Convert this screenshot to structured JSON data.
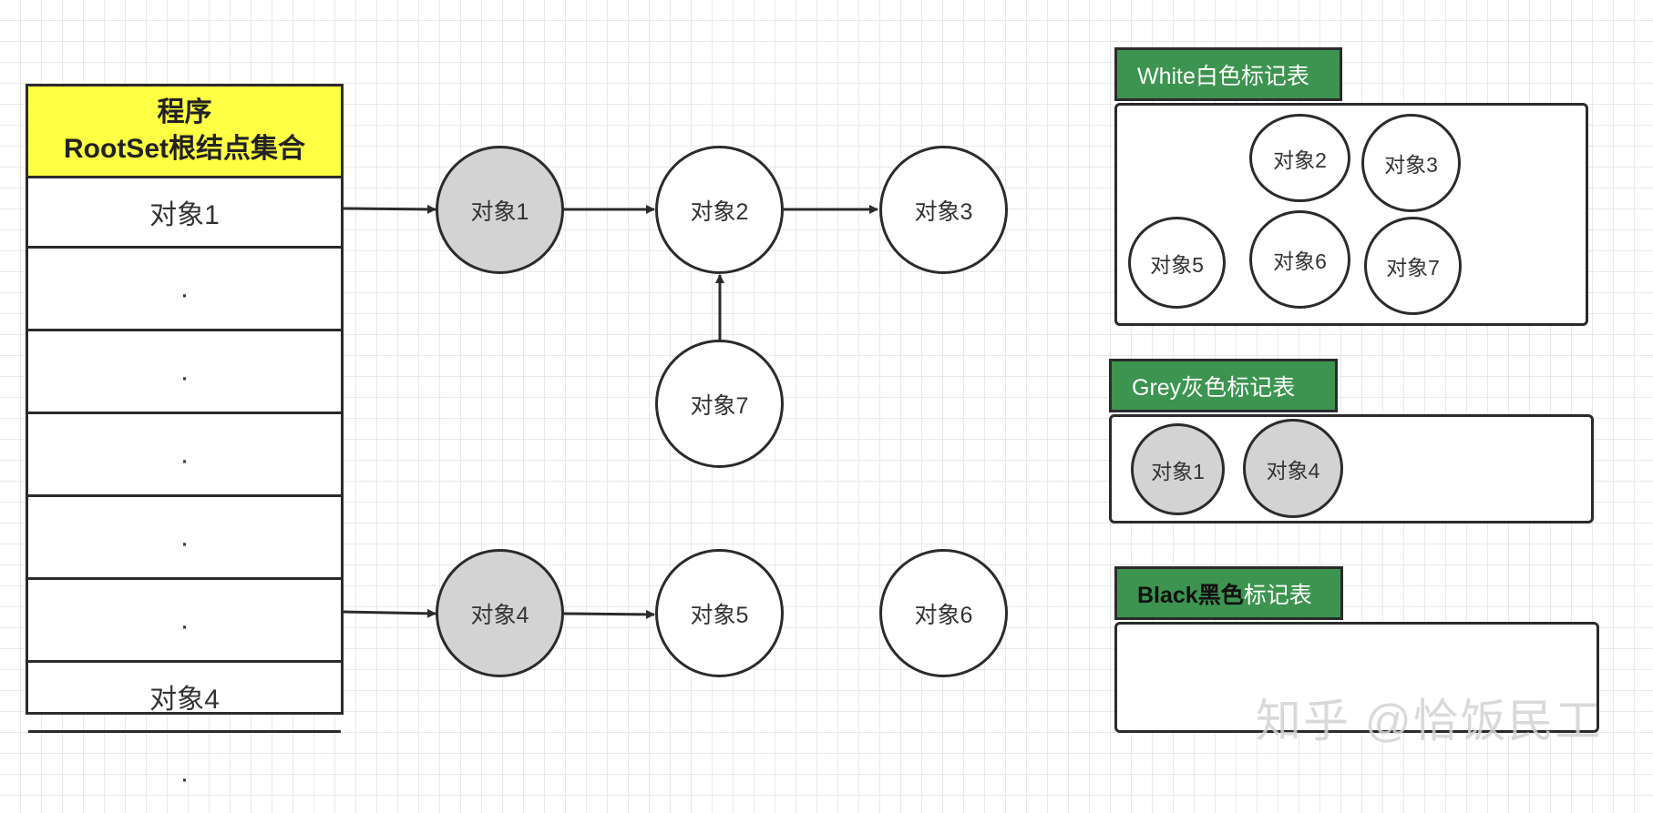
{
  "rootset": {
    "header_line1": "程序",
    "header_line2": "RootSet根结点集合",
    "rows": [
      "对象1",
      "·",
      "·",
      "·",
      "·",
      "·",
      "对象4",
      "·"
    ]
  },
  "graph": {
    "nodes": {
      "obj1": "对象1",
      "obj2": "对象2",
      "obj3": "对象3",
      "obj7": "对象7",
      "obj4": "对象4",
      "obj5": "对象5",
      "obj6": "对象6"
    }
  },
  "legend": {
    "white": {
      "title_prefix": "White白色",
      "title_suffix": "标记表",
      "items": [
        "对象2",
        "对象3",
        "对象5",
        "对象6",
        "对象7"
      ]
    },
    "grey": {
      "title_prefix": "Grey灰色",
      "title_suffix": "标记表",
      "items": [
        "对象1",
        "对象4"
      ]
    },
    "black": {
      "title_prefix": "Black黑色",
      "title_suffix": "标记表",
      "items": []
    }
  },
  "watermark": "知乎 @恰饭民工",
  "colors": {
    "header_yellow": "#ffff44",
    "tab_green": "#3c9450",
    "grey_node": "#d3d3d3"
  }
}
